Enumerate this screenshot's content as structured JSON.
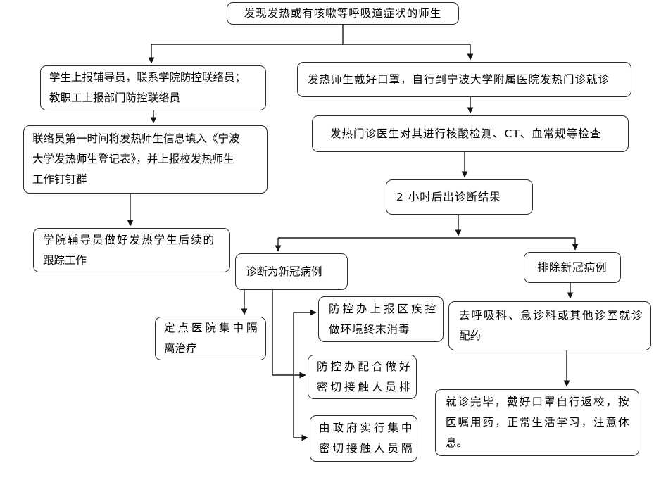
{
  "colors": {
    "line": "#1a1a1a",
    "border": "#2b2b2b",
    "text": "#000000",
    "background": "#ffffff"
  },
  "nodes": {
    "symptom": {
      "lines": [
        "发现发热或有咳嗽等呼吸道症状的师生"
      ]
    },
    "report": {
      "lines": [
        "学生上报辅导员，联系学院防控联络员；",
        "教职工上报部门防控联络员"
      ]
    },
    "liaison": {
      "lines": [
        "联络员第一时间将发热师生信息填入《宁波",
        "大学发热师生登记表》，并上报校发热师生",
        "工作钉钉群"
      ]
    },
    "track": {
      "lines": [
        "学院辅导员做好发热学生后续的",
        "跟踪工作"
      ]
    },
    "clinic": {
      "lines": [
        "发热师生戴好口罩，自行到宁波大学附属医院发热门诊就诊"
      ]
    },
    "tests": {
      "lines": [
        "发热门诊医生对其进行核酸检测、CT、血常规等检查"
      ]
    },
    "result": {
      "lines": [
        "2 小时后出诊断结果"
      ]
    },
    "confirmed": {
      "lines": [
        "诊断为新冠病例"
      ]
    },
    "excluded": {
      "lines": [
        "排除新冠病例"
      ]
    },
    "isolation": {
      "lines": [
        "定点医院集中隔",
        "离治疗"
      ]
    },
    "cdc": {
      "lines": [
        "防控办上报区疾控",
        "做环境终末消毒"
      ]
    },
    "contact": {
      "lines": [
        "防控办配合做好",
        "密切接触人员排"
      ]
    },
    "gov": {
      "lines": [
        "由政府实行集中",
        "密切接触人员隔"
      ]
    },
    "otherdept": {
      "lines": [
        "去呼吸科、急诊科或其他诊室就诊",
        "配药"
      ]
    },
    "back": {
      "lines": [
        "就诊完毕，戴好口罩自行返校，按",
        "医嘱用药，正常生活学习，注意休",
        "息。"
      ]
    }
  }
}
